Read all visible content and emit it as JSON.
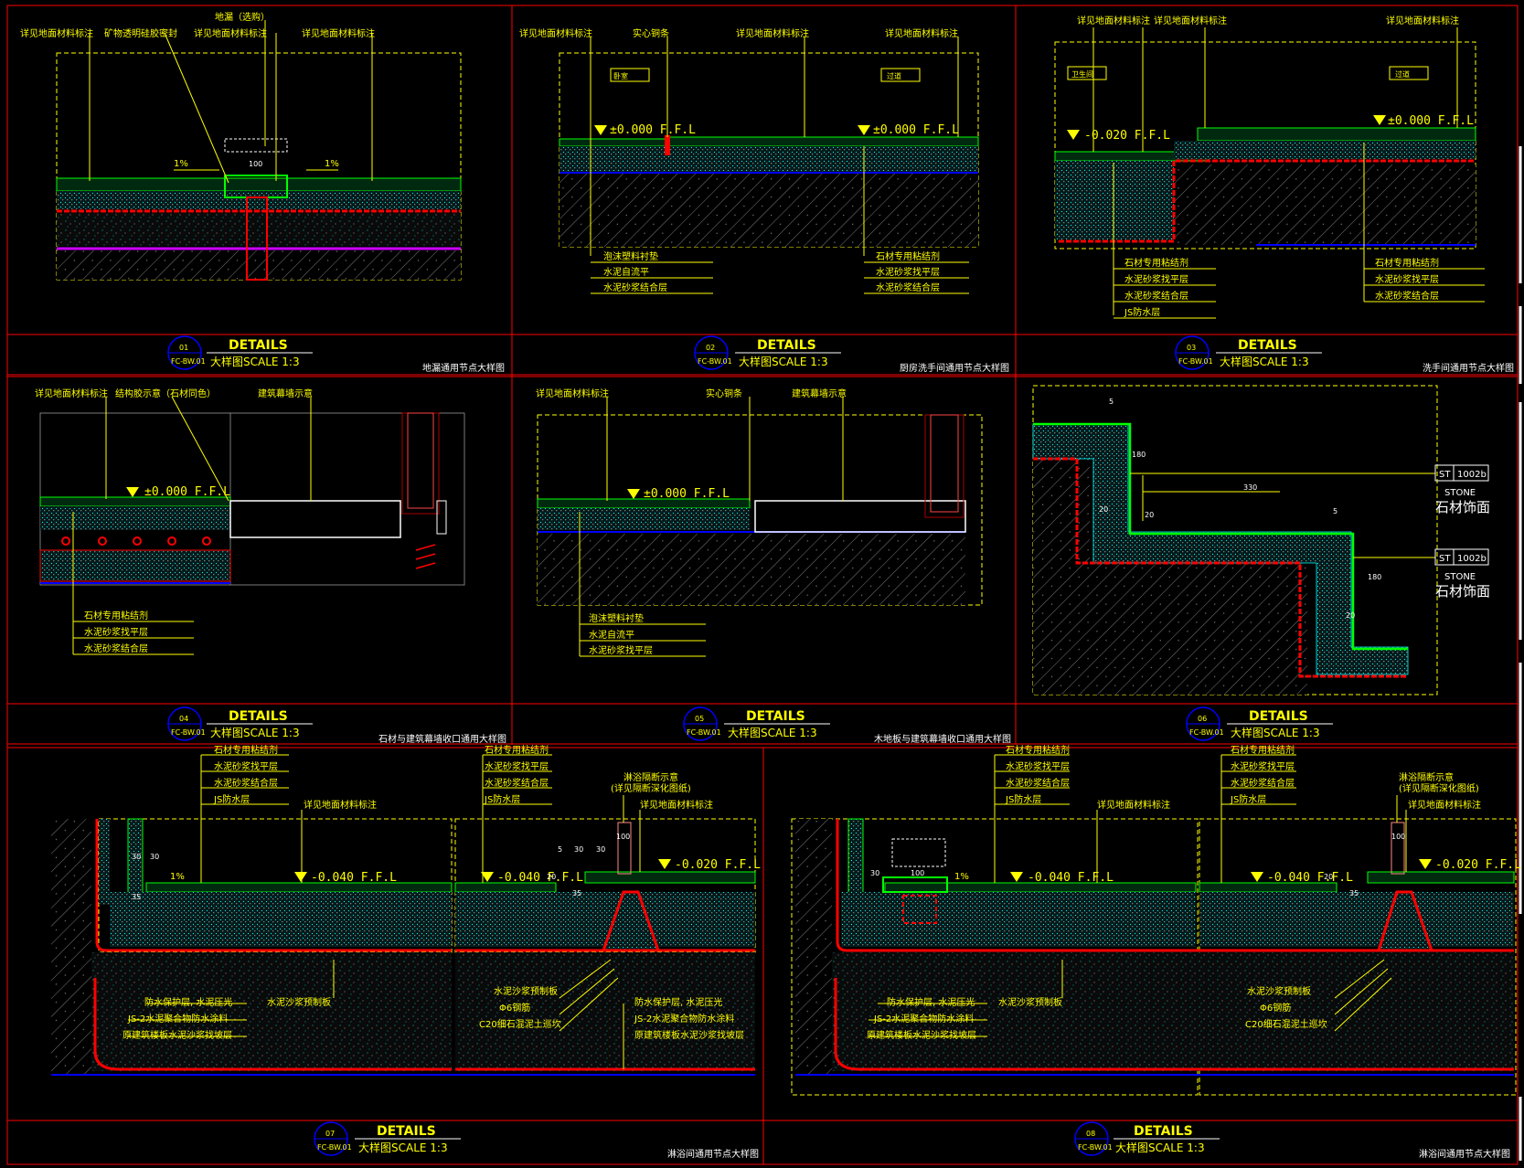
{
  "colors": {
    "background": "#000000",
    "frame": "#ff0000",
    "label": "#ffff00",
    "finish": "#00ff00",
    "screed": "#00ffff",
    "waterproof": "#ff0000",
    "base": "#0000ff"
  },
  "level_marks": {
    "ffl_0": "±0.000 F.F.L",
    "ffl_neg20": "-0.020 F.F.L",
    "ffl_neg40": "-0.040 F.F.L"
  },
  "panels": [
    {
      "number": "01",
      "code": "FC-BW.01",
      "heading": "DETAILS",
      "scale": "大样图SCALE  1:3",
      "subtitle": "地漏通用节点大样图",
      "top_labels": [
        "详见地面材料标注",
        "矿物透明硅胶密封",
        "地漏（选购）",
        "详见地面材料标注",
        "详见地面材料标注"
      ],
      "slopes": [
        "1%",
        "1%"
      ],
      "dims": [
        "100"
      ]
    },
    {
      "number": "02",
      "code": "FC-BW.01",
      "heading": "DETAILS",
      "scale": "大样图SCALE  1:3",
      "subtitle": "厨房洗手间通用节点大样图",
      "top_labels": [
        "详见地面材料标注",
        "实心铜条",
        "详见地面材料标注",
        "详见地面材料标注"
      ],
      "room_tags": [
        "卧室",
        "过道"
      ],
      "left_layers": [
        "泡沫塑料衬垫",
        "水泥自流平",
        "水泥砂浆结合层"
      ],
      "right_layers": [
        "石材专用粘结剂",
        "水泥砂浆找平层",
        "水泥砂浆结合层"
      ]
    },
    {
      "number": "03",
      "code": "FC-BW.01",
      "heading": "DETAILS",
      "scale": "大样图SCALE  1:3",
      "subtitle": "洗手间通用节点大样图",
      "top_labels": [
        "详见地面材料标注",
        "详见地面材料标注",
        "详见地面材料标注"
      ],
      "room_tags": [
        "卫生间",
        "过道"
      ],
      "left_layers": [
        "石材专用粘结剂",
        "水泥砂浆找平层",
        "水泥砂浆结合层",
        "JS防水层"
      ],
      "right_layers": [
        "石材专用粘结剂",
        "水泥砂浆找平层",
        "水泥砂浆结合层"
      ]
    },
    {
      "number": "04",
      "code": "FC-BW.01",
      "heading": "DETAILS",
      "scale": "大样图SCALE  1:3",
      "subtitle": "石材与建筑幕墙收口通用大样图",
      "top_labels": [
        "详见地面材料标注",
        "结构胶示意（石材同色）",
        "建筑幕墙示意"
      ],
      "layers": [
        "石材专用粘结剂",
        "水泥砂浆找平层",
        "水泥砂浆结合层"
      ]
    },
    {
      "number": "05",
      "code": "FC-BW.01",
      "heading": "DETAILS",
      "scale": "大样图SCALE  1:3",
      "subtitle": "木地板与建筑幕墙收口通用大样图",
      "top_labels": [
        "详见地面材料标注",
        "实心铜条",
        "建筑幕墙示意"
      ],
      "layers": [
        "泡沫塑料衬垫",
        "水泥自流平",
        "水泥砂浆找平层"
      ]
    },
    {
      "number": "06",
      "code": "FC-BW.01",
      "heading": "DETAILS",
      "scale": "大样图SCALE  1:3",
      "subtitle": "",
      "tags": [
        {
          "code": "ST",
          "ref": "1002b",
          "en": "STONE",
          "cn": "石材饰面"
        },
        {
          "code": "ST",
          "ref": "1002b",
          "en": "STONE",
          "cn": "石材饰面"
        }
      ],
      "dims": [
        "5",
        "180",
        "330",
        "20",
        "20",
        "5",
        "180",
        "20"
      ]
    },
    {
      "number": "07",
      "code": "FC-BW.01",
      "heading": "DETAILS",
      "scale": "大样图SCALE  1:3",
      "subtitle": "淋浴间通用节点大样图",
      "stack_labels": [
        "石材专用粘结剂",
        "水泥砂浆找平层",
        "水泥砂浆结合层",
        "JS防水层"
      ],
      "callouts": [
        "详见地面材料标注",
        "淋浴隔断示意",
        "(详见隔断深化图纸)",
        "详见地面材料标注",
        "水泥沙浆预制板",
        "水泥沙浆预制板",
        "Φ6钢筋",
        "C20细石混泥土巡坎"
      ],
      "bottom_labels": [
        "防水保护层, 水泥压光",
        "JS-2水泥聚合物防水涂料",
        "原建筑楼板水泥沙浆找坡层",
        "防水保护层, 水泥压光",
        "JS-2水泥聚合物防水涂料",
        "原建筑楼板水泥沙浆找坡层"
      ],
      "dims": [
        "30",
        "30",
        "35",
        "1%",
        "5",
        "30",
        "30",
        "100",
        "20",
        "35"
      ]
    },
    {
      "number": "08",
      "code": "FC-BW.01",
      "heading": "DETAILS",
      "scale": "大样图SCALE  1:3",
      "subtitle": "淋浴间通用节点大样图",
      "stack_labels": [
        "石材专用粘结剂",
        "水泥砂浆找平层",
        "水泥砂浆结合层",
        "JS防水层"
      ],
      "callouts": [
        "详见地面材料标注",
        "淋浴隔断示意",
        "(详见隔断深化图纸)",
        "详见地面材料标注",
        "水泥沙浆预制板",
        "Φ6钢筋",
        "C20细石混泥土巡坎"
      ],
      "bottom_labels": [
        "防水保护层, 水泥压光",
        "JS-2水泥聚合物防水涂料",
        "原建筑楼板水泥沙浆找坡层"
      ],
      "dims": [
        "30",
        "100",
        "1%",
        "20",
        "35",
        "100"
      ]
    }
  ]
}
